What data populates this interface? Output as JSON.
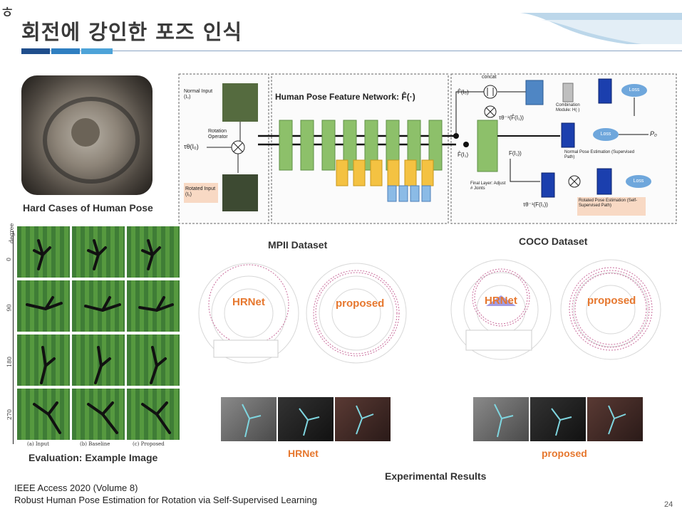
{
  "slide": {
    "title": "회전에 강인한 포즈 인식",
    "page_number": "24",
    "accent_colors": [
      "#1f4e8c",
      "#2f7fc1",
      "#4da3d8"
    ]
  },
  "left": {
    "hard_cases_caption": "Hard Cases of Human Pose",
    "evaluation_caption": "Evaluation: Example Image",
    "degree_axis_label": "degree",
    "degree_ticks": [
      "0",
      "90",
      "180",
      "270"
    ],
    "column_labels": [
      "(a) Input",
      "(b) Baseline",
      "(c) Proposed"
    ]
  },
  "diagram": {
    "normal_input": "Normal Input (I₀)",
    "rotation_operator": "Rotation Operator",
    "tau_label": "τθ(I₀)",
    "rotated_input": "Rotated Input (I₁)",
    "network_title": "Human Pose Feature Network: F̂(·)",
    "concat": "concat",
    "f_hat_i0": "F̂(I₀)",
    "f_hat_i1": "F̂(I₁)",
    "tau_inv_f_hat": "τθ⁻¹(F̂(I₁))",
    "combination_module": "Combination Module: H(·)",
    "normal_pose_estimation": "Normal Pose Estimation (Supervised Path)",
    "p0": "P₀",
    "f_i1": "F(I₁))",
    "final_layer": "Final Layer: Adjust # Joints",
    "tau_inv_f": "τθ⁻¹(F(I₁))",
    "rotated_pose_estimation": "Rotated Pose Estimation (Self-Supervised Path)",
    "loss": "Loss"
  },
  "results": {
    "mpii_title": "MPII Dataset",
    "coco_title": "COCO Dataset",
    "hrnet": "HRNet",
    "proposed": "proposed",
    "section_caption": "Experimental Results"
  },
  "footer": {
    "venue": "IEEE Access 2020 (Volume 8)",
    "paper_title": "Robust Human Pose Estimation for Rotation via Self-Supervised Learning"
  }
}
